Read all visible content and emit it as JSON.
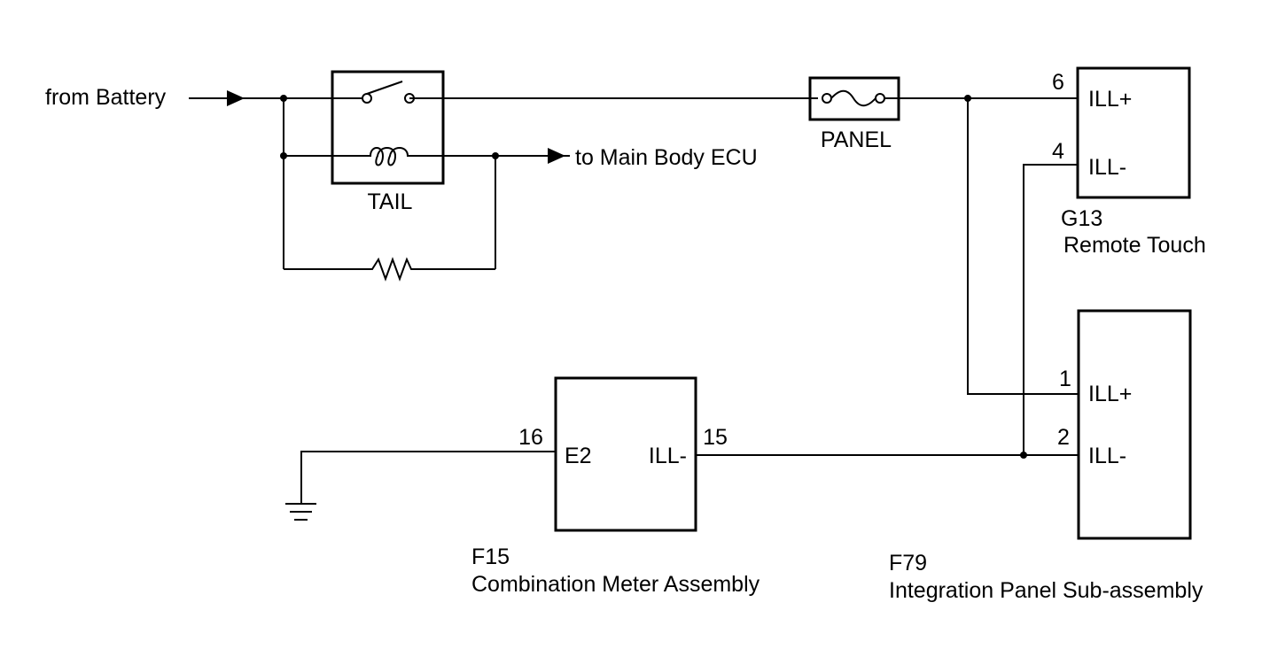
{
  "labels": {
    "from_battery": "from Battery",
    "to_main_body_ecu": "to Main Body ECU",
    "tail_relay": "TAIL",
    "panel_fuse": "PANEL"
  },
  "remote_touch": {
    "code": "G13",
    "name": "Remote Touch",
    "pins": [
      {
        "number": "6",
        "name": "ILL+"
      },
      {
        "number": "4",
        "name": "ILL-"
      }
    ]
  },
  "integration_panel": {
    "code": "F79",
    "name": "Integration Panel Sub-assembly",
    "pins": [
      {
        "number": "1",
        "name": "ILL+"
      },
      {
        "number": "2",
        "name": "ILL-"
      }
    ]
  },
  "combination_meter": {
    "code": "F15",
    "name": "Combination Meter Assembly",
    "pins": [
      {
        "number": "16",
        "name": "E2"
      },
      {
        "number": "15",
        "name": "ILL-"
      }
    ]
  },
  "icons": {
    "relay_switch": "switch-icon",
    "relay_coil": "coil-icon",
    "resistor": "resistor-icon",
    "fuse": "fuse-icon",
    "ground": "ground-icon",
    "junction": "junction-dot-icon",
    "arrow": "arrow-icon"
  },
  "colors": {
    "line": "#000000",
    "background": "#ffffff"
  }
}
